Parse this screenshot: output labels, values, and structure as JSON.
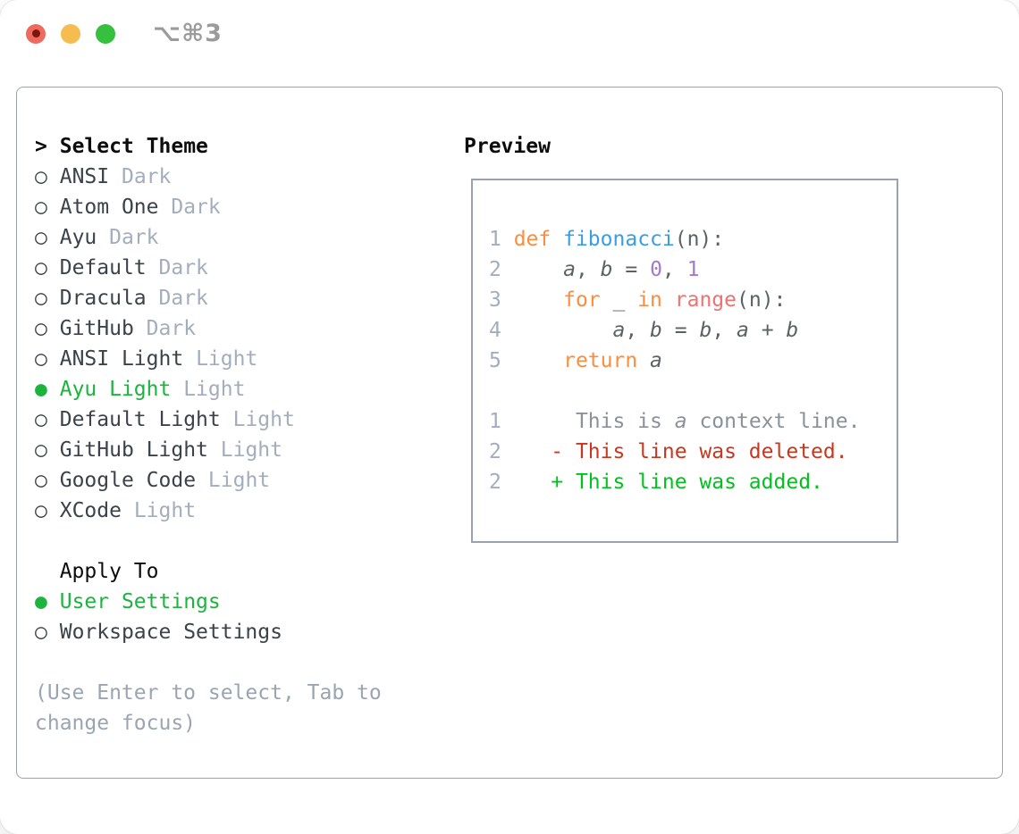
{
  "window": {
    "shortcut": "⌥⌘3",
    "traffic_lights": [
      {
        "name": "close",
        "has_dot": true
      },
      {
        "name": "minimize",
        "has_dot": false
      },
      {
        "name": "zoom",
        "has_dot": false
      }
    ]
  },
  "icons": {
    "prompt": ">",
    "radio_selected": "●",
    "radio_unselected": "○"
  },
  "theme_selector": {
    "title": "Select Theme",
    "themes": [
      {
        "name": "ANSI",
        "variant": "Dark",
        "selected": false
      },
      {
        "name": "Atom One",
        "variant": "Dark",
        "selected": false
      },
      {
        "name": "Ayu",
        "variant": "Dark",
        "selected": false
      },
      {
        "name": "Default",
        "variant": "Dark",
        "selected": false
      },
      {
        "name": "Dracula",
        "variant": "Dark",
        "selected": false
      },
      {
        "name": "GitHub",
        "variant": "Dark",
        "selected": false
      },
      {
        "name": "ANSI Light",
        "variant": "Light",
        "selected": false
      },
      {
        "name": "Ayu Light",
        "variant": "Light",
        "selected": true
      },
      {
        "name": "Default Light",
        "variant": "Light",
        "selected": false
      },
      {
        "name": "GitHub Light",
        "variant": "Light",
        "selected": false
      },
      {
        "name": "Google Code",
        "variant": "Light",
        "selected": false
      },
      {
        "name": "XCode",
        "variant": "Light",
        "selected": false
      }
    ],
    "apply_to": {
      "title": "Apply To",
      "options": [
        {
          "label": "User Settings",
          "selected": true
        },
        {
          "label": "Workspace Settings",
          "selected": false
        }
      ]
    },
    "help_lines": [
      "(Use Enter to select, Tab to",
      "change focus)"
    ]
  },
  "preview": {
    "title": "Preview",
    "lines": [
      [],
      [
        {
          "t": "1 ",
          "c": "ln"
        },
        {
          "t": "def",
          "c": "kw"
        },
        {
          "t": " ",
          "c": "pl"
        },
        {
          "t": "fibonacci",
          "c": "fn"
        },
        {
          "t": "(n):",
          "c": "pl"
        }
      ],
      [
        {
          "t": "2 ",
          "c": "ln"
        },
        {
          "t": "    ",
          "c": "pl"
        },
        {
          "t": "a",
          "c": "id"
        },
        {
          "t": ", ",
          "c": "pl"
        },
        {
          "t": "b",
          "c": "id"
        },
        {
          "t": " = ",
          "c": "pl"
        },
        {
          "t": "0",
          "c": "num"
        },
        {
          "t": ", ",
          "c": "pl"
        },
        {
          "t": "1",
          "c": "num"
        }
      ],
      [
        {
          "t": "3 ",
          "c": "ln"
        },
        {
          "t": "    ",
          "c": "pl"
        },
        {
          "t": "for",
          "c": "kw"
        },
        {
          "t": " _ ",
          "c": "pl"
        },
        {
          "t": "in",
          "c": "kw"
        },
        {
          "t": " ",
          "c": "pl"
        },
        {
          "t": "range",
          "c": "call"
        },
        {
          "t": "(n):",
          "c": "pl"
        }
      ],
      [
        {
          "t": "4 ",
          "c": "ln"
        },
        {
          "t": "        ",
          "c": "pl"
        },
        {
          "t": "a",
          "c": "id"
        },
        {
          "t": ", ",
          "c": "pl"
        },
        {
          "t": "b",
          "c": "id"
        },
        {
          "t": " = ",
          "c": "pl"
        },
        {
          "t": "b",
          "c": "id"
        },
        {
          "t": ", ",
          "c": "pl"
        },
        {
          "t": "a",
          "c": "id"
        },
        {
          "t": " + ",
          "c": "pl"
        },
        {
          "t": "b",
          "c": "id"
        }
      ],
      [
        {
          "t": "5 ",
          "c": "ln"
        },
        {
          "t": "    ",
          "c": "pl"
        },
        {
          "t": "return",
          "c": "kw"
        },
        {
          "t": " ",
          "c": "pl"
        },
        {
          "t": "a",
          "c": "id"
        }
      ],
      [],
      [
        {
          "t": "1",
          "c": "ln"
        },
        {
          "t": "      This is ",
          "c": "ctx"
        },
        {
          "t": "a",
          "c": "ctx-id"
        },
        {
          "t": " context line.",
          "c": "ctx"
        }
      ],
      [
        {
          "t": "2",
          "c": "ln"
        },
        {
          "t": "    ",
          "c": "pl"
        },
        {
          "t": "- This line was deleted.",
          "c": "del"
        }
      ],
      [
        {
          "t": "2",
          "c": "ln"
        },
        {
          "t": "    ",
          "c": "pl"
        },
        {
          "t": "+ This line was added.",
          "c": "add"
        }
      ],
      []
    ]
  },
  "colors": {
    "accent_green": "#1db33f",
    "diff_added": "#00c21e",
    "diff_deleted": "#c8371f",
    "syntax_keyword": "#fa8d3e",
    "syntax_function": "#399ee6",
    "syntax_number": "#a37acc",
    "syntax_call": "#f07171",
    "syntax_plain": "#5c6166",
    "line_number": "#a3adbd",
    "context_gray": "#8a9199",
    "muted": "#a3adbd",
    "help_gray": "#9aa4b2",
    "item_text": "#3c414a",
    "border": "#9aa2ae",
    "traffic_red": "#ee6a5f",
    "traffic_yellow": "#f5bd4f",
    "traffic_green": "#35c03e",
    "shortcut_gray": "#9b9b9b"
  }
}
